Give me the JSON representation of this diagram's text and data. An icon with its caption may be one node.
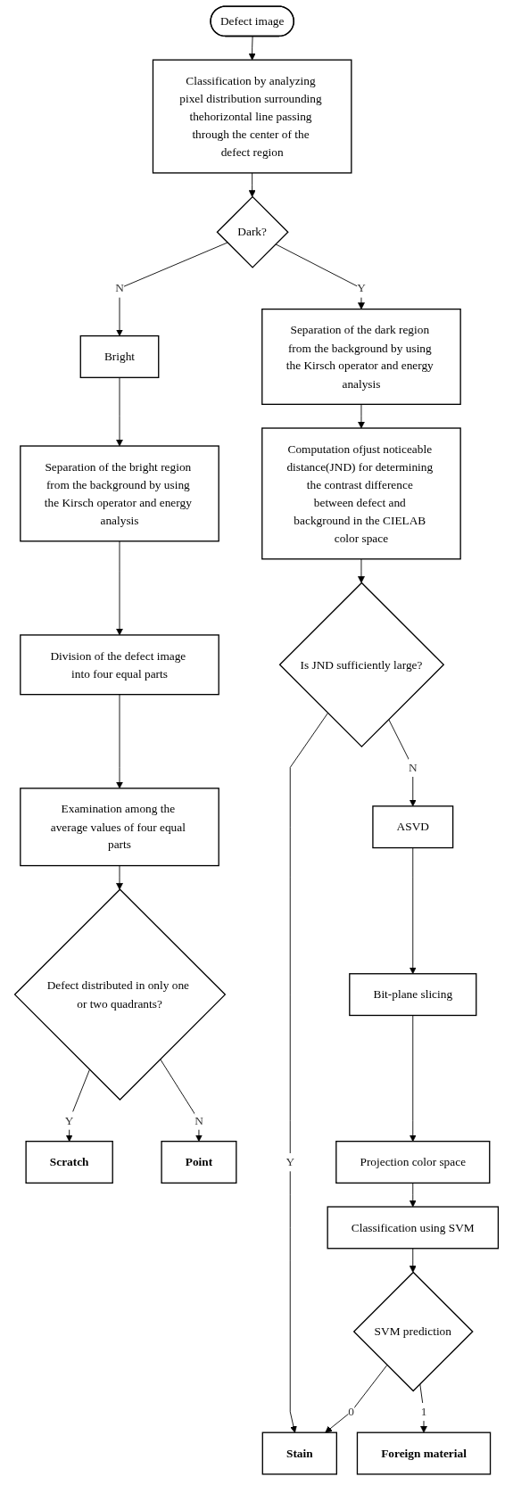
{
  "diagram": {
    "nodes": [
      {
        "text": [
          "Defect image"
        ]
      },
      {
        "text": [
          "Classification by analyzing pixel distribution surrounding thehorizontal line passing through the center of the defect region"
        ]
      },
      {
        "text": [
          "Dark?"
        ]
      },
      {
        "text": [
          "Bright"
        ]
      },
      {
        "text": [
          "Separation of the dark region from the background by using the Kirsch operator and energy analysis"
        ]
      },
      {
        "text": [
          "Separation of the bright region from the background by using the Kirsch operator and energy analysis"
        ]
      },
      {
        "text": [
          "Computation ofjust noticeable distance(JND) for determining the contrast difference between defect and background in the CIELAB color space"
        ]
      },
      {
        "text": [
          "Division of the defect image into four equal parts"
        ]
      },
      {
        "text": [
          "Is JND sufficiently large?"
        ]
      },
      {
        "text": [
          "Examination among the average values of four equal parts"
        ]
      },
      {
        "text": [
          "ASVD"
        ]
      },
      {
        "text": [
          "Bit-plane slicing"
        ]
      },
      {
        "text": [
          "Defect distributed in only one or two quadrants?"
        ]
      },
      {
        "text": [
          "Projection color space"
        ]
      },
      {
        "text": [
          "Classification using SVM"
        ]
      },
      {
        "text": [
          "SVM prediction"
        ]
      },
      {
        "text": [
          "Stain"
        ]
      },
      {
        "text": [
          "Foreign material"
        ]
      },
      {
        "text": [
          "Scratch"
        ]
      },
      {
        "text": [
          "Point"
        ]
      }
    ],
    "edges": [
      {
        "from": 0,
        "to": 1,
        "arrow": "to"
      },
      {
        "from": 1,
        "to": 2,
        "arrow": "to"
      },
      {
        "from": 2,
        "to": 3,
        "arrow": "to",
        "label": "N"
      },
      {
        "from": 2,
        "to": 4,
        "arrow": "to",
        "label": "Y"
      },
      {
        "from": 3,
        "to": 5,
        "arrow": "to"
      },
      {
        "from": 4,
        "to": 6,
        "arrow": "to"
      },
      {
        "from": 5,
        "to": 7,
        "arrow": "to"
      },
      {
        "from": 6,
        "to": 8,
        "arrow": "to"
      },
      {
        "from": 7,
        "to": 9,
        "arrow": "to"
      },
      {
        "from": 8,
        "to": 16,
        "arrow": "to",
        "label": "Y"
      },
      {
        "from": 8,
        "to": 10,
        "arrow": "to",
        "label": "N"
      },
      {
        "from": 9,
        "to": 12,
        "arrow": "to"
      },
      {
        "from": 10,
        "to": 11,
        "arrow": "to"
      },
      {
        "from": 11,
        "to": 13,
        "arrow": "to"
      },
      {
        "from": 13,
        "to": 14,
        "arrow": "to"
      },
      {
        "from": 14,
        "to": 15,
        "arrow": "to"
      },
      {
        "from": 15,
        "to": 16,
        "arrow": "to",
        "label": "0"
      },
      {
        "from": 15,
        "to": 17,
        "arrow": "to",
        "label": "1"
      },
      {
        "from": 12,
        "to": 18,
        "arrow": "to",
        "label": "Y"
      },
      {
        "from": 12,
        "to": 19,
        "arrow": "to",
        "label": "N"
      }
    ]
  }
}
